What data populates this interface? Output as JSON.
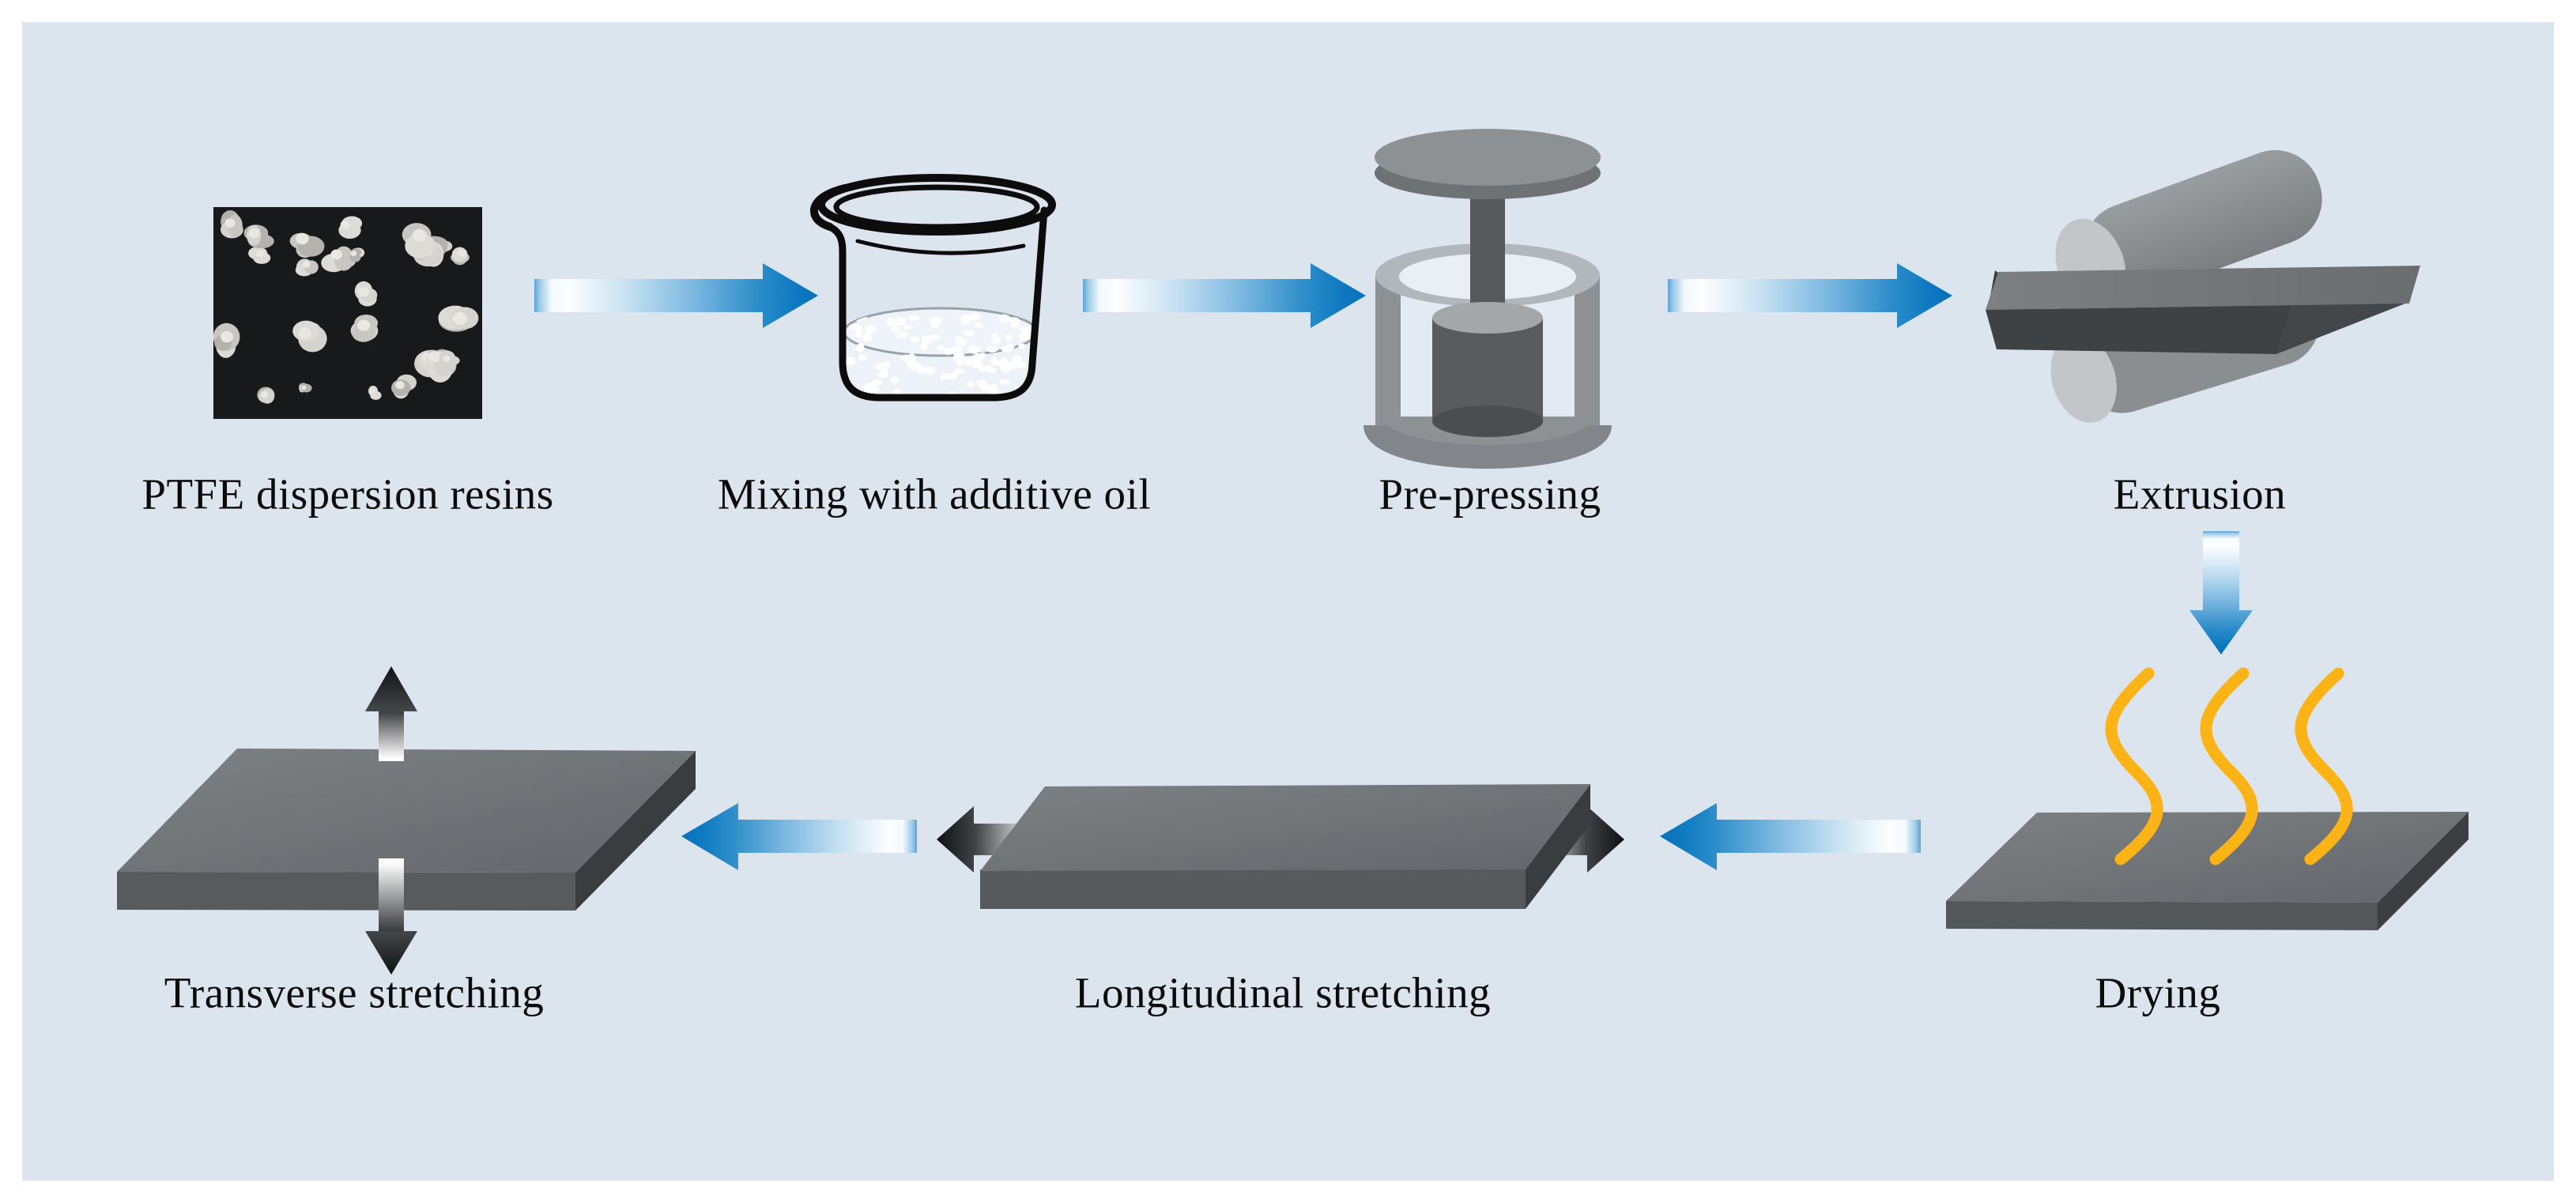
{
  "figure": {
    "type": "process-flow-diagram",
    "subject": "Expanded PTFE membrane fabrication process",
    "rows": 2,
    "flow_direction": "top row left-to-right, then down, then bottom row right-to-left"
  },
  "panel": {
    "background": "#dce5ee",
    "page_background": "#ffffff"
  },
  "steps": [
    {
      "id": "ptfe-dispersion-resins",
      "label": "PTFE dispersion resins",
      "icon": "powder-photo"
    },
    {
      "id": "mixing-with-additive-oil",
      "label": "Mixing with additive oil",
      "icon": "beaker-with-particles"
    },
    {
      "id": "pre-pressing",
      "label": "Pre-pressing",
      "icon": "cylindrical-press"
    },
    {
      "id": "extrusion",
      "label": "Extrusion",
      "icon": "calender-rollers-with-sheet"
    },
    {
      "id": "drying",
      "label": "Drying",
      "icon": "slab-with-heat-waves"
    },
    {
      "id": "longitudinal-stretching",
      "label": "Longitudinal stretching",
      "icon": "slab-with-horizontal-arrows"
    },
    {
      "id": "transverse-stretching",
      "label": "Transverse stretching",
      "icon": "slab-with-vertical-arrows"
    }
  ],
  "colors": {
    "arrow_blue_deep": "#0c77bf",
    "arrow_blue_light": "#cde4f3",
    "arrow_white": "#fdfeff",
    "heat_wave_amber": "#fcb315",
    "slab_gray_top": "#6e7174",
    "slab_gray_front": "#55585b",
    "slab_gray_side": "#3c3f42",
    "roller_gray": "#8c9093",
    "roller_cap_gray": "#c2c6c8",
    "metal_arrow_dark": "#121416",
    "beaker_outline": "#0c0c0c",
    "label_text": "#0a0a0a"
  }
}
